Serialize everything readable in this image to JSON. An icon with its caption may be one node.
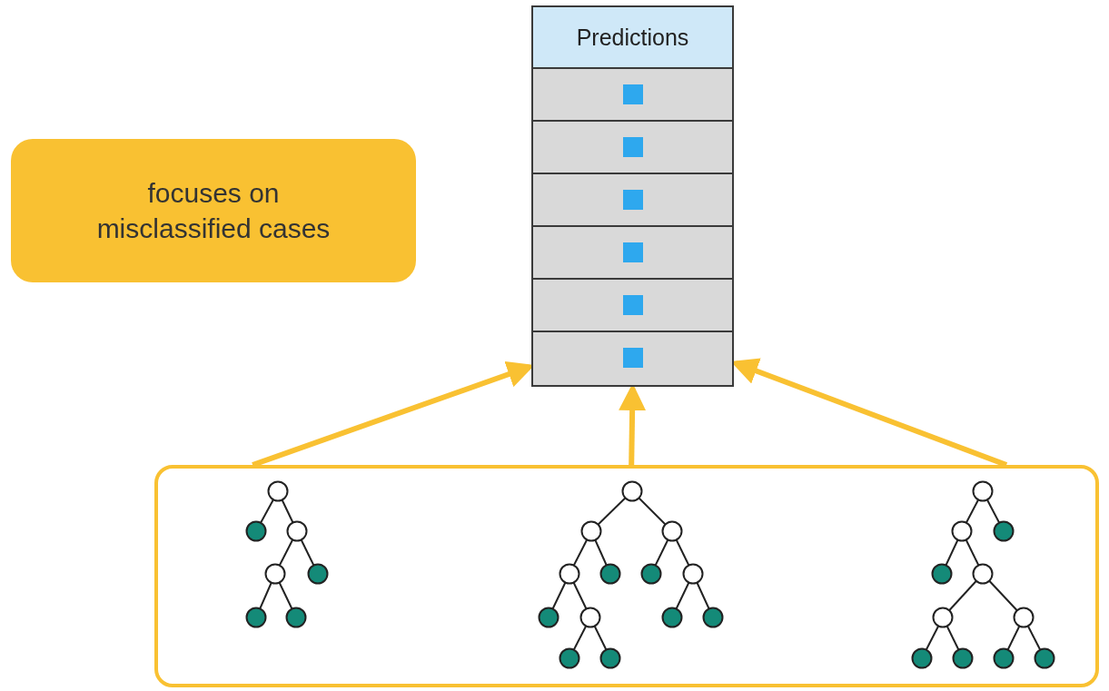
{
  "diagram": {
    "nodes": [
      {
        "text": [
          "Predictions"
        ]
      },
      {
        "text": [
          "focuses on misclassified cases"
        ]
      },
      {
        "text": [],
        "shape": "box"
      }
    ],
    "edges": [
      {
        "from": 2,
        "to": 0,
        "arrow": "to"
      },
      {
        "from": 2,
        "to": 0,
        "arrow": "to"
      },
      {
        "from": 2,
        "to": 0,
        "arrow": "to"
      }
    ]
  }
}
